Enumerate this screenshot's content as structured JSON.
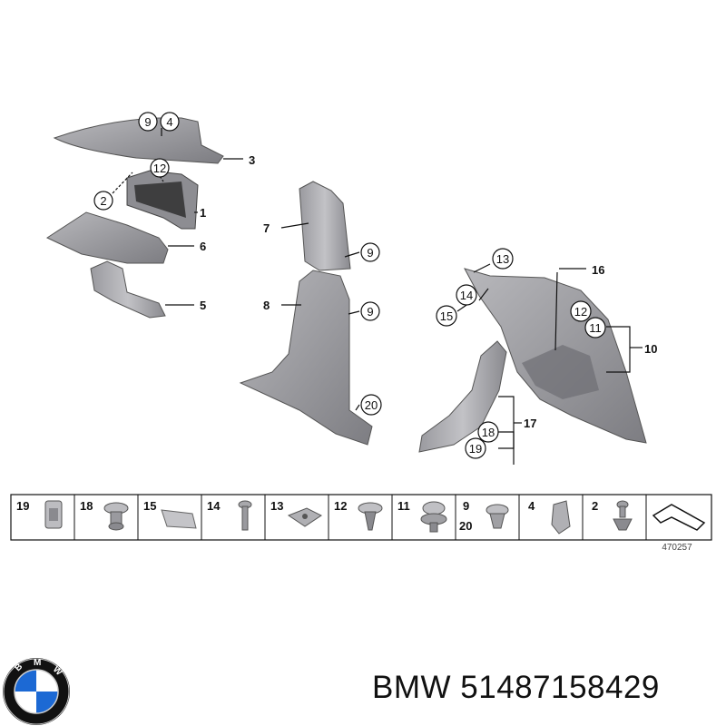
{
  "diagram": {
    "reference_number": "470257",
    "callouts": {
      "c9a": "9",
      "c4": "4",
      "c12a": "12",
      "c2": "2",
      "c9b": "9",
      "c9c": "9",
      "c20": "20",
      "c13": "13",
      "c14": "14",
      "c15": "15",
      "c12b": "12",
      "c11": "11",
      "c18": "18",
      "c19": "19"
    },
    "labels": {
      "l3": "3",
      "l1": "1",
      "l6": "6",
      "l5": "5",
      "l7": "7",
      "l8": "8",
      "l16": "16",
      "l10": "10",
      "l17": "17"
    },
    "parts_strip": [
      {
        "num": "19"
      },
      {
        "num": "18"
      },
      {
        "num": "15"
      },
      {
        "num": "14"
      },
      {
        "num": "13"
      },
      {
        "num": "12"
      },
      {
        "num": "11"
      },
      {
        "num": "9",
        "num2": "20"
      },
      {
        "num": "4"
      },
      {
        "num": "2"
      }
    ]
  },
  "logo": {
    "brand_letters": "BMW",
    "colors": {
      "blue": "#1c69d4",
      "white": "#ffffff",
      "black": "#111111"
    }
  },
  "footer": {
    "brand": "BMW",
    "part_number": "51487158429"
  }
}
